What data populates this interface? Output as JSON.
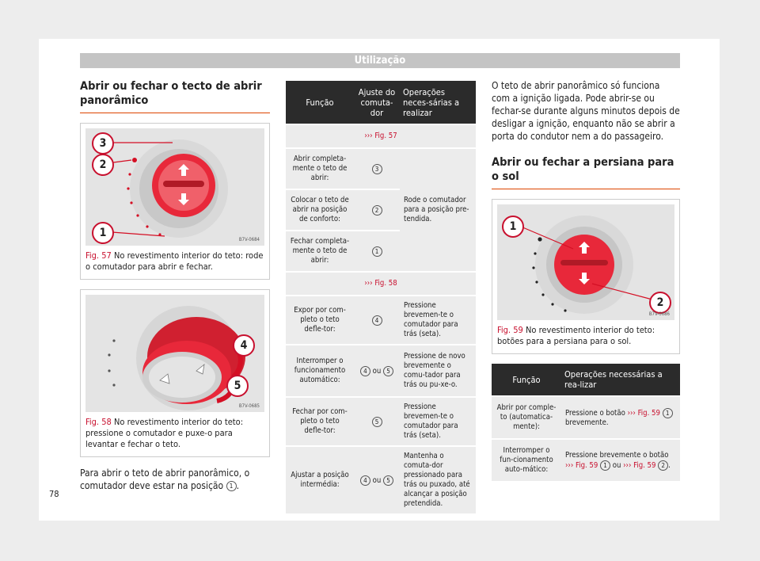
{
  "header": "Utilização",
  "left": {
    "title": "Abrir ou fechar o tecto de abrir panorâmico",
    "fig57": {
      "label": "Fig. 57",
      "caption": "No revestimento interior do teto: rode o comutador para abrir e fechar.",
      "code": "B7V-0684",
      "callouts": [
        "3",
        "2",
        "1"
      ]
    },
    "fig58": {
      "label": "Fig. 58",
      "caption": "No revestimento interior do teto: pressione o comutador e puxe-o para levantar e fechar o teto.",
      "code": "B7V-0685",
      "callouts": [
        "4",
        "5"
      ]
    },
    "body": "Para abrir o teto de abrir panorâmico, o comutador deve estar na posição",
    "body_marker": "1",
    "body_end": "."
  },
  "tableA": {
    "headers": [
      "Função",
      "Ajuste do comuta-dor",
      "Operações neces-sárias a realizar"
    ],
    "group1": "››› Fig. 57",
    "rows1": [
      {
        "func": "Abrir completa-mente o teto de abrir:",
        "adj": "3"
      },
      {
        "func": "Colocar o teto de abrir na posição de conforto:",
        "adj": "2"
      },
      {
        "func": "Fechar completa-mente o teto de abrir:",
        "adj": "1"
      }
    ],
    "rows1_op": "Rode o comutador para a posição pre-tendida.",
    "group2": "››› Fig. 58",
    "rows2": [
      {
        "func": "Expor por com-pleto o teto defle-tor:",
        "adj": "4",
        "adj2": "",
        "op": "Pressione brevemen-te o comutador para trás (seta)."
      },
      {
        "func": "Interromper o funcionamento automático:",
        "adj": "4",
        "adj2": "5",
        "op": "Pressione de novo brevemente o comu-tador para trás ou pu-xe-o."
      },
      {
        "func": "Fechar por com-pleto o teto defle-tor:",
        "adj": "5",
        "adj2": "",
        "op": "Pressione brevemen-te o comutador para trás (seta)."
      },
      {
        "func": "Ajustar a posição intermédia:",
        "adj": "4",
        "adj2": "5",
        "op": "Mantenha o comuta-dor pressionado para trás ou puxado, até alcançar a posição pretendida."
      }
    ],
    "ou": "ou"
  },
  "right": {
    "intro": "O teto de abrir panorâmico só funciona com a ignição ligada. Pode abrir-se ou fechar-se durante alguns minutos depois de desligar a ignição, enquanto não se abrir a porta do condutor nem a do passageiro.",
    "title": "Abrir ou fechar a persiana para o sol",
    "fig59": {
      "label": "Fig. 59",
      "caption": "No revestimento interior do teto: botões para a persiana para o sol.",
      "code": "B7V-0686",
      "callouts": [
        "1",
        "2"
      ]
    },
    "table": {
      "headers": [
        "Função",
        "Operações necessárias a rea-lizar"
      ],
      "rows": [
        {
          "func": "Abrir por comple-to (automatica-mente):",
          "op_a": "Pressione o botão",
          "ref": "››› Fig. 59",
          "mk": "1",
          "op_b": "brevemente."
        },
        {
          "func": "Interromper o fun-cionamento auto-mático:",
          "op_a": "Pressione brevemente o botão",
          "ref": "››› Fig. 59",
          "mk": "1",
          "ou": "ou",
          "ref2": "››› Fig. 59",
          "mk2": "2",
          "end": "."
        }
      ]
    }
  },
  "page_number": "78"
}
